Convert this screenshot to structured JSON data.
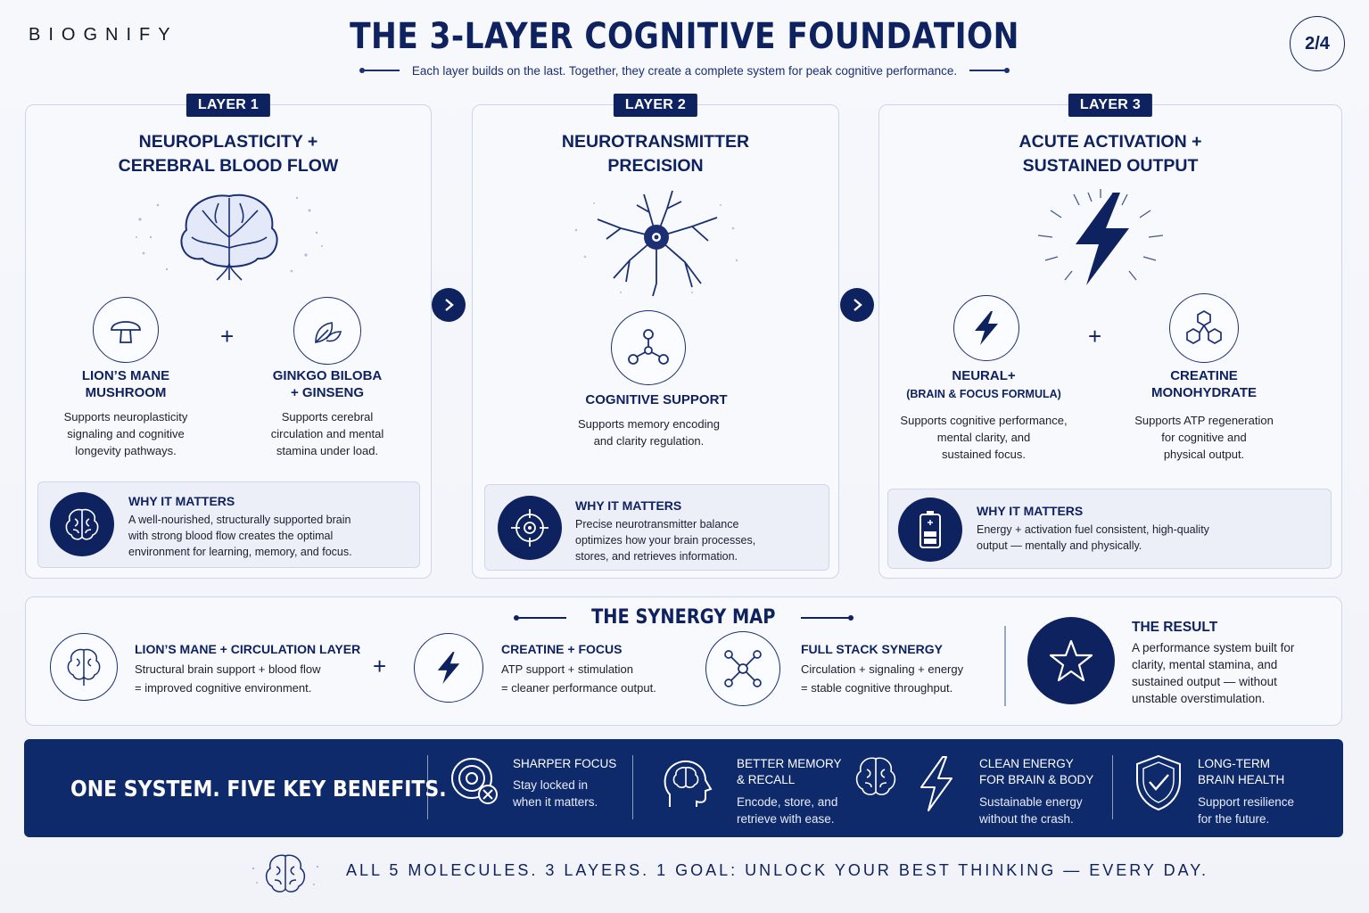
{
  "brand": "BIOGNIFY",
  "title": "THE 3-LAYER COGNITIVE FOUNDATION",
  "subtitle": "Each layer builds on the last. Together, they create a complete system for peak cognitive performance.",
  "page_indicator": "2/4",
  "layers": [
    {
      "badge": "LAYER 1",
      "title_line1": "NEUROPLASTICITY +",
      "title_line2": "CEREBRAL BLOOD FLOW",
      "ingredients": [
        {
          "name_line1": "LION’S MANE",
          "name_line2": "MUSHROOM",
          "desc_line1": "Supports neuroplasticity",
          "desc_line2": "signaling and cognitive",
          "desc_line3": "longevity pathways.",
          "icon": "mushroom-icon"
        },
        {
          "name_line1": "GINKGO BILOBA",
          "name_line2": "+ GINSENG",
          "desc_line1": "Supports cerebral",
          "desc_line2": "circulation and mental",
          "desc_line3": "stamina under load.",
          "icon": "leaf-icon"
        }
      ],
      "why_title": "WHY IT MATTERS",
      "why_line1": "A well-nourished, structurally supported brain",
      "why_line2": "with strong blood flow creates the optimal",
      "why_line3": "environment for learning, memory, and focus.",
      "why_icon": "brain-icon"
    },
    {
      "badge": "LAYER 2",
      "title_line1": "NEUROTRANSMITTER",
      "title_line2": "PRECISION",
      "ingredient_name": "COGNITIVE SUPPORT",
      "ingredient_desc_line1": "Supports memory encoding",
      "ingredient_desc_line2": "and clarity regulation.",
      "ingredient_icon": "molecule-icon",
      "why_title": "WHY IT MATTERS",
      "why_line1": "Precise neurotransmitter balance",
      "why_line2": "optimizes how your brain processes,",
      "why_line3": "stores, and retrieves information.",
      "why_icon": "target-icon"
    },
    {
      "badge": "LAYER 3",
      "title_line1": "ACUTE ACTIVATION +",
      "title_line2": "SUSTAINED OUTPUT",
      "ingredients": [
        {
          "name_line1": "NEURAL+",
          "name_line2": "(BRAIN & FOCUS FORMULA)",
          "desc_line1": "Supports cognitive performance,",
          "desc_line2": "mental clarity, and",
          "desc_line3": "sustained focus.",
          "icon": "bolt-icon"
        },
        {
          "name_line1": "CREATINE",
          "name_line2": "MONOHYDRATE",
          "desc_line1": "Supports ATP regeneration",
          "desc_line2": "for cognitive and",
          "desc_line3": "physical output.",
          "icon": "hexagon-molecule-icon"
        }
      ],
      "why_title": "WHY IT MATTERS",
      "why_line1": "Energy + activation fuel consistent, high-quality",
      "why_line2": "output — mentally and physically.",
      "why_icon": "battery-icon"
    }
  ],
  "synergy": {
    "title": "THE SYNERGY MAP",
    "items": [
      {
        "head": "LION’S MANE + CIRCULATION LAYER",
        "line1": "Structural brain support + blood flow",
        "line2": "= improved cognitive environment."
      },
      {
        "head": "CREATINE + FOCUS",
        "line1": "ATP support + stimulation",
        "line2": "= cleaner performance output."
      },
      {
        "head": "FULL STACK SYNERGY",
        "line1": "Circulation + signaling + energy",
        "line2": "= stable cognitive throughput."
      }
    ],
    "plus": "+",
    "result_title": "THE RESULT",
    "result_line1": "A performance system built for",
    "result_line2": "clarity, mental stamina, and",
    "result_line3": "sustained output — without",
    "result_line4": "unstable overstimulation."
  },
  "benefits": {
    "headline": "ONE SYSTEM. FIVE KEY BENEFITS.",
    "items": [
      {
        "title_line1": "SHARPER FOCUS",
        "title_line2": "",
        "text_line1": "Stay locked in",
        "text_line2": "when it matters."
      },
      {
        "title_line1": "BETTER MEMORY",
        "title_line2": "& RECALL",
        "text_line1": "Encode, store, and",
        "text_line2": "retrieve with ease."
      },
      {
        "title_line1": "CLEAN ENERGY",
        "title_line2": "FOR BRAIN & BODY",
        "text_line1": "Sustainable energy",
        "text_line2": "without the crash."
      },
      {
        "title_line1": "LONG-TERM",
        "title_line2": "BRAIN HEALTH",
        "text_line1": "Support resilience",
        "text_line2": "for the future."
      }
    ]
  },
  "footer": "ALL 5 MOLECULES. 3 LAYERS. 1 GOAL: UNLOCK YOUR BEST THINKING — EVERY DAY.",
  "colors": {
    "navy": "#0f2260",
    "banner": "#0f2a6b",
    "background": "#f3f5fa"
  }
}
